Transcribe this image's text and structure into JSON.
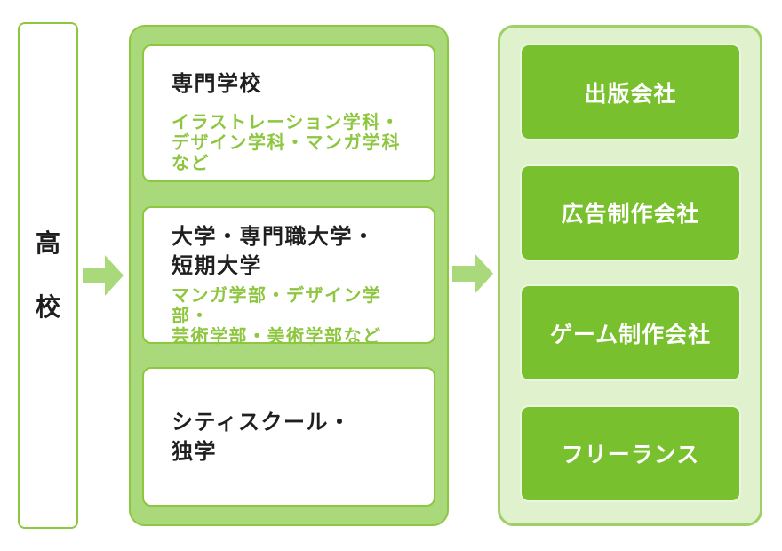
{
  "colors": {
    "green-dark": "#79c02f",
    "green-mid": "#8dc63f",
    "green-light": "#a9d97b",
    "green-pale": "#e0f1cd",
    "green-border-pale": "#9ed066",
    "text-dark": "#1f1f1f",
    "box-bg": "#ffffff"
  },
  "left_box": {
    "label": "高\n校"
  },
  "education": {
    "boxes": [
      {
        "title": "専門学校",
        "subtitle": "イラストレーション学科・\nデザイン学科・マンガ学科など"
      },
      {
        "title": "大学・専門職大学・\n短期大学",
        "subtitle": "マンガ学部・デザイン学部・\n芸術学部・美術学部など"
      },
      {
        "title": "シティスクール・\n独学"
      }
    ]
  },
  "careers": {
    "boxes": [
      {
        "label": "出版会社"
      },
      {
        "label": "広告制作会社"
      },
      {
        "label": "ゲーム制作会社"
      },
      {
        "label": "フリーランス"
      }
    ]
  }
}
